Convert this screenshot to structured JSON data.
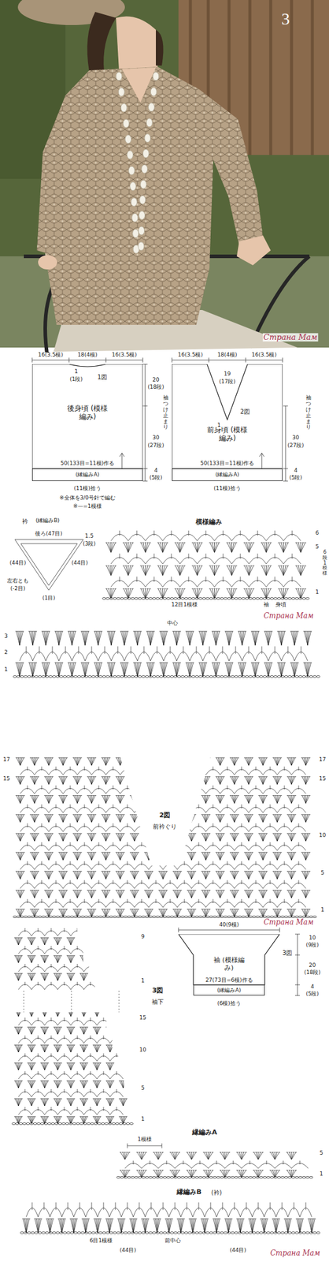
{
  "diagram": {
    "nodes": [
      {
        "text": [
          "後身頃 (模様編み)"
        ]
      },
      {
        "text": [
          "(縁編みA)"
        ],
        "in": 0
      },
      {
        "text": [
          "前身頃 (模様編み)"
        ]
      },
      {
        "text": [
          "(縁編みA)"
        ],
        "in": 2
      },
      {
        "text": [
          "袖 (模様編み)"
        ]
      },
      {
        "text": [
          "(縁編みA)"
        ],
        "in": 4
      }
    ],
    "labels": [
      "3",
      "Страна Мам",
      "16(3.5模)",
      "18(4模)",
      "16(3.5模)",
      "1図",
      "1",
      "(1段)",
      "20",
      "(18段)",
      "袖つけ止まり",
      "30",
      "(27段)",
      "4",
      "(5段)",
      "50(133目=11模)作る",
      "(11模)拾う",
      "※全体を3/0号針で編む",
      "※—=1模様",
      "16(3.5模)",
      "18(4模)",
      "16(3.5模)",
      "19",
      "(17段)",
      "2図",
      "1",
      "袖つけ止まり",
      "30",
      "(27段)",
      "4",
      "(5段)",
      "50(133目=11模)作る",
      "(11模)拾う",
      "衿",
      "(縁編みB)",
      "後ろ(47目)",
      "1.5",
      "(3段)",
      "左右とも",
      "(-2目)",
      "(44目)",
      "(44目)",
      "(1目)",
      "模様編み",
      "6",
      "5",
      "1",
      "6段1模様",
      "12目1模様",
      "袖",
      "身頃",
      "Страна Мам",
      "中心",
      "3",
      "2",
      "1",
      "17",
      "15",
      "2図",
      "前衿ぐり",
      "17",
      "15",
      "10",
      "5",
      "1",
      "Страна Мам",
      "3図",
      "袖下",
      "9",
      "1",
      "15",
      "10",
      "5",
      "1",
      "40(9模)",
      "3図",
      "10",
      "(9段)",
      "20",
      "(18段)",
      "4",
      "(5段)",
      "27(73目=6模)作る",
      "(6模)拾う",
      "縁編みA",
      "1模様",
      "5",
      "1",
      "縁編みB",
      "(衿)",
      "6目1模様",
      "前中心",
      "(44目)",
      "(44目)",
      "Страна Мам"
    ]
  }
}
